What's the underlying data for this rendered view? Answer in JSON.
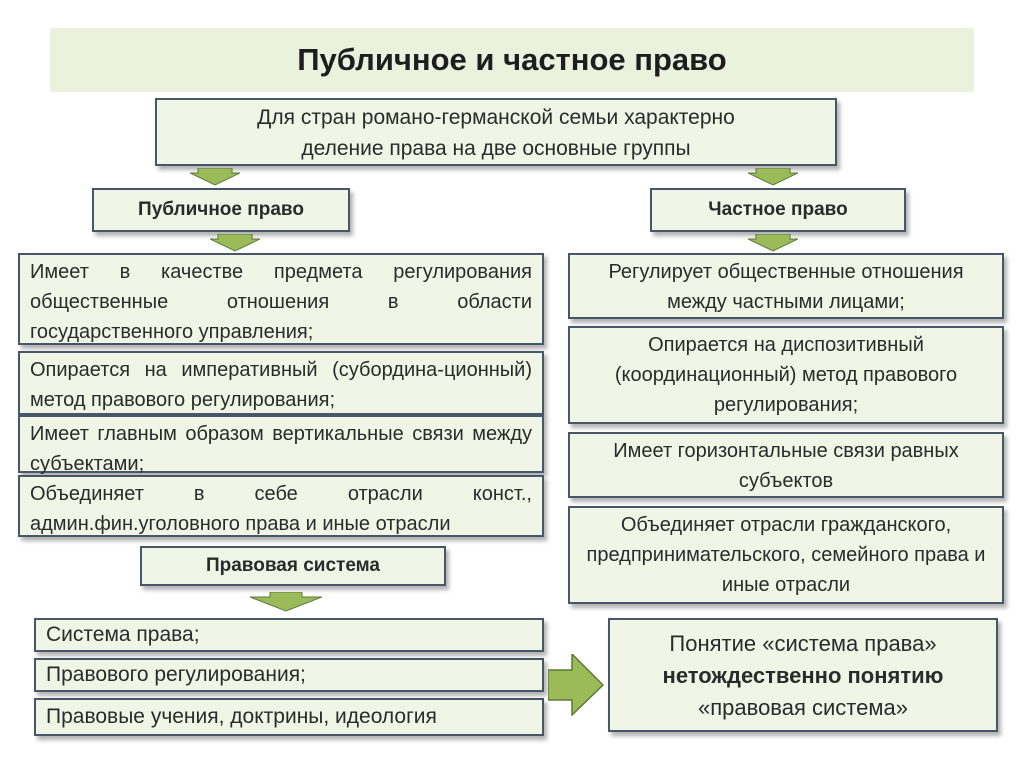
{
  "title": "Публичное и частное право",
  "intro": {
    "line1": "Для стран романо-германской семьи характерно",
    "line2": "деление права на две основные группы"
  },
  "public_law": {
    "header": "Публичное право",
    "items": [
      "Имеет в качестве предмета регулирования общественные отношения в области государственного управления;",
      "Опирается на императивный (субордина-ционный) метод правового регулирования;",
      "Имеет главным образом вертикальные связи между субъектами;",
      "Объединяет в себе отрасли конст., админ.фин.уголовного права и иные отрасли"
    ]
  },
  "private_law": {
    "header": "Частное право",
    "items": [
      "Регулирует общественные отношения между частными лицами;",
      "Опирается на диспозитивный (координационный) метод правового регулирования;",
      "Имеет горизонтальные связи равных субъектов",
      "Объединяет отрасли гражданского, предпринимательского, семейного права и иные отрасли"
    ]
  },
  "legal_system": {
    "header": "Правовая система",
    "items": [
      "Система права;",
      "Правового регулирования;",
      "Правовые учения, доктрины, идеология"
    ]
  },
  "conclusion": {
    "line1": "Понятие «система права»",
    "line2_bold": "нетождественно понятию",
    "line3": "«правовая система»"
  }
}
